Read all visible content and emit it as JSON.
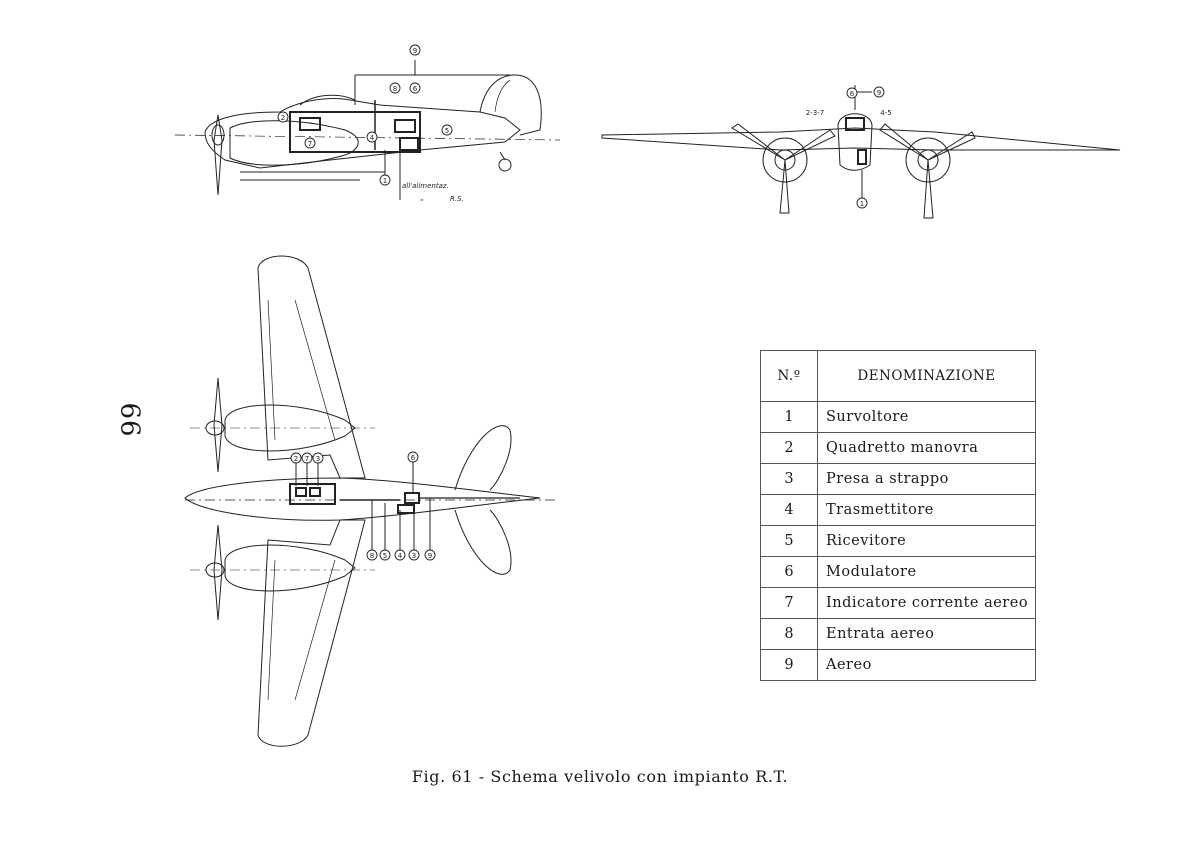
{
  "page_number": "66",
  "legend": {
    "header_num": "N.º",
    "header_name": "DENOMINAZIONE",
    "rows": [
      {
        "n": "1",
        "name": "Survoltore"
      },
      {
        "n": "2",
        "name": "Quadretto manovra"
      },
      {
        "n": "3",
        "name": "Presa a strappo"
      },
      {
        "n": "4",
        "name": "Trasmettitore"
      },
      {
        "n": "5",
        "name": "Ricevitore"
      },
      {
        "n": "6",
        "name": "Modulatore"
      },
      {
        "n": "7",
        "name": "Indicatore corrente aereo"
      },
      {
        "n": "8",
        "name": "Entrata aereo"
      },
      {
        "n": "9",
        "name": "Aereo"
      }
    ]
  },
  "side_view": {
    "callout_note_1": "all'alimentaz.",
    "callout_note_2": "\"",
    "callout_note_3": "R.S."
  },
  "callouts": {
    "c1": "1",
    "c2": "2",
    "c3": "3",
    "c4": "4",
    "c5": "5",
    "c6": "6",
    "c7": "7",
    "c8": "8",
    "c9": "9",
    "front_235": "2-3-7",
    "front_45": "4-5",
    "plan_237": [
      "2",
      "7",
      "3"
    ],
    "plan_bottom": [
      "8",
      "5",
      "4",
      "3",
      "9"
    ]
  },
  "caption": "Fig. 61 - Schema velivolo con impianto R.T."
}
